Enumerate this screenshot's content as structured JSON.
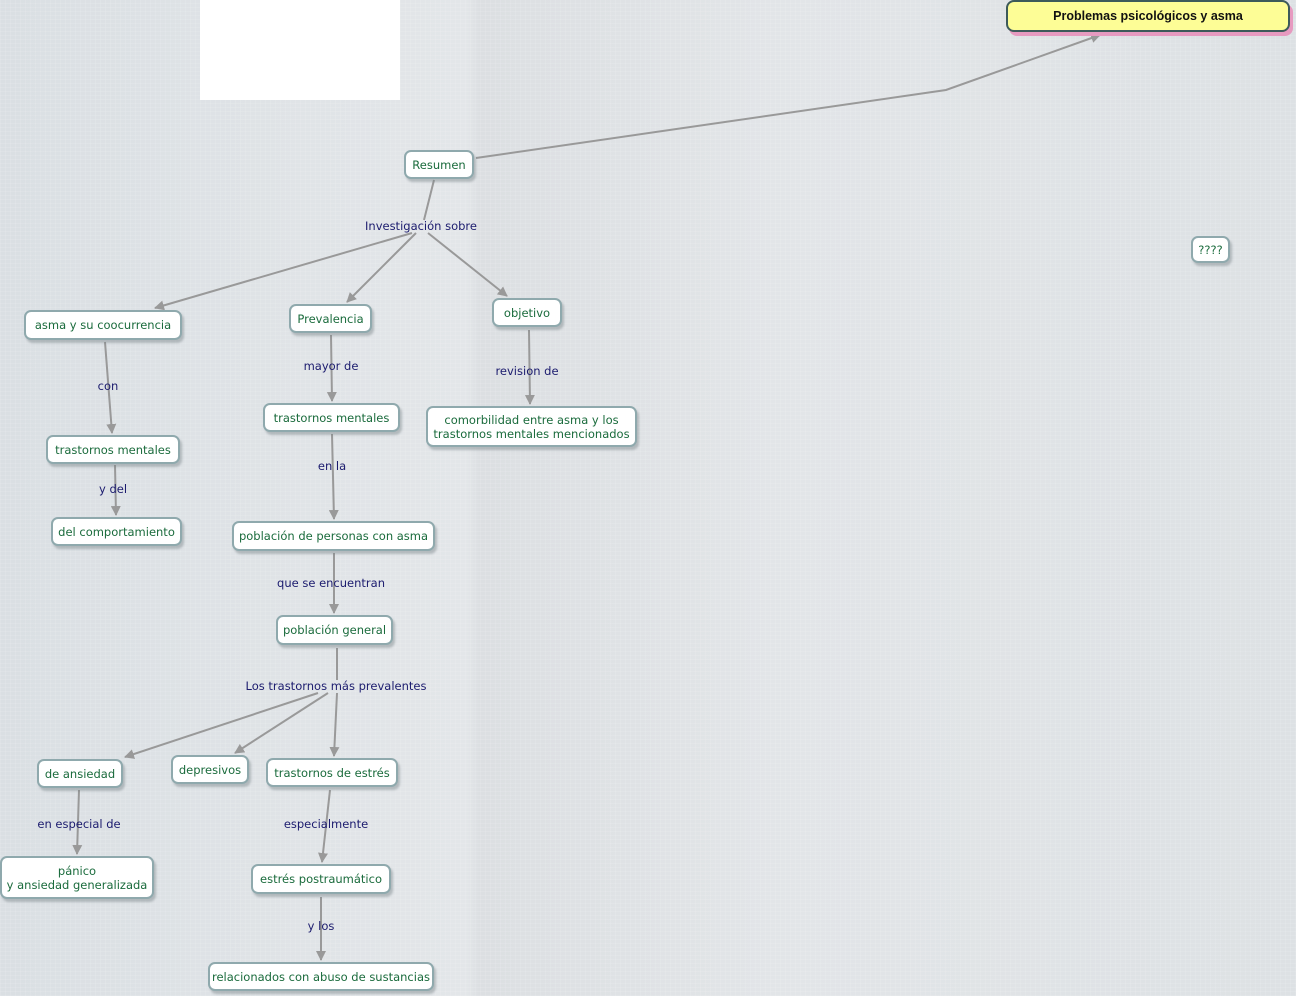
{
  "map": {
    "root": {
      "text": "Problemas psicológicos y asma"
    },
    "nodes": {
      "resumen": "Resumen",
      "unknown": "????",
      "asma_coocurrencia": "asma y su coocurrencia",
      "prevalencia": "Prevalencia",
      "objetivo": "objetivo",
      "trastornos_mentales_a": "trastornos mentales",
      "del_comportamiento": "del comportamiento",
      "trastornos_mentales_b": "trastornos mentales",
      "comorbilidad": "comorbilidad entre asma y los\ntrastornos mentales mencionados",
      "poblacion_asma": "población de personas con asma",
      "poblacion_general": "población general",
      "de_ansiedad": "de ansiedad",
      "depresivos": "depresivos",
      "trastornos_estres": "trastornos de estrés",
      "panico": "pánico\ny ansiedad generalizada",
      "estres_postraumatico": "estrés postraumático",
      "abuso_sustancias": "relacionados con abuso de sustancias"
    },
    "links": {
      "investigacion_sobre": "Investigación sobre",
      "con": "con",
      "y_del": "y del",
      "mayor_de": "mayor de",
      "en_la": "en la",
      "revision_de": "revision de",
      "que_se_encuentran": "que se encuentran",
      "los_trastornos": "Los trastornos más prevalentes",
      "en_especial_de": "en especial de",
      "especialmente": "especialmente",
      "y_los": "y los"
    },
    "colors": {
      "concept_text": "#1a6b3c",
      "link_text": "#1b1b6e",
      "root_fill": "#fdfd96",
      "line": "#999999"
    }
  }
}
